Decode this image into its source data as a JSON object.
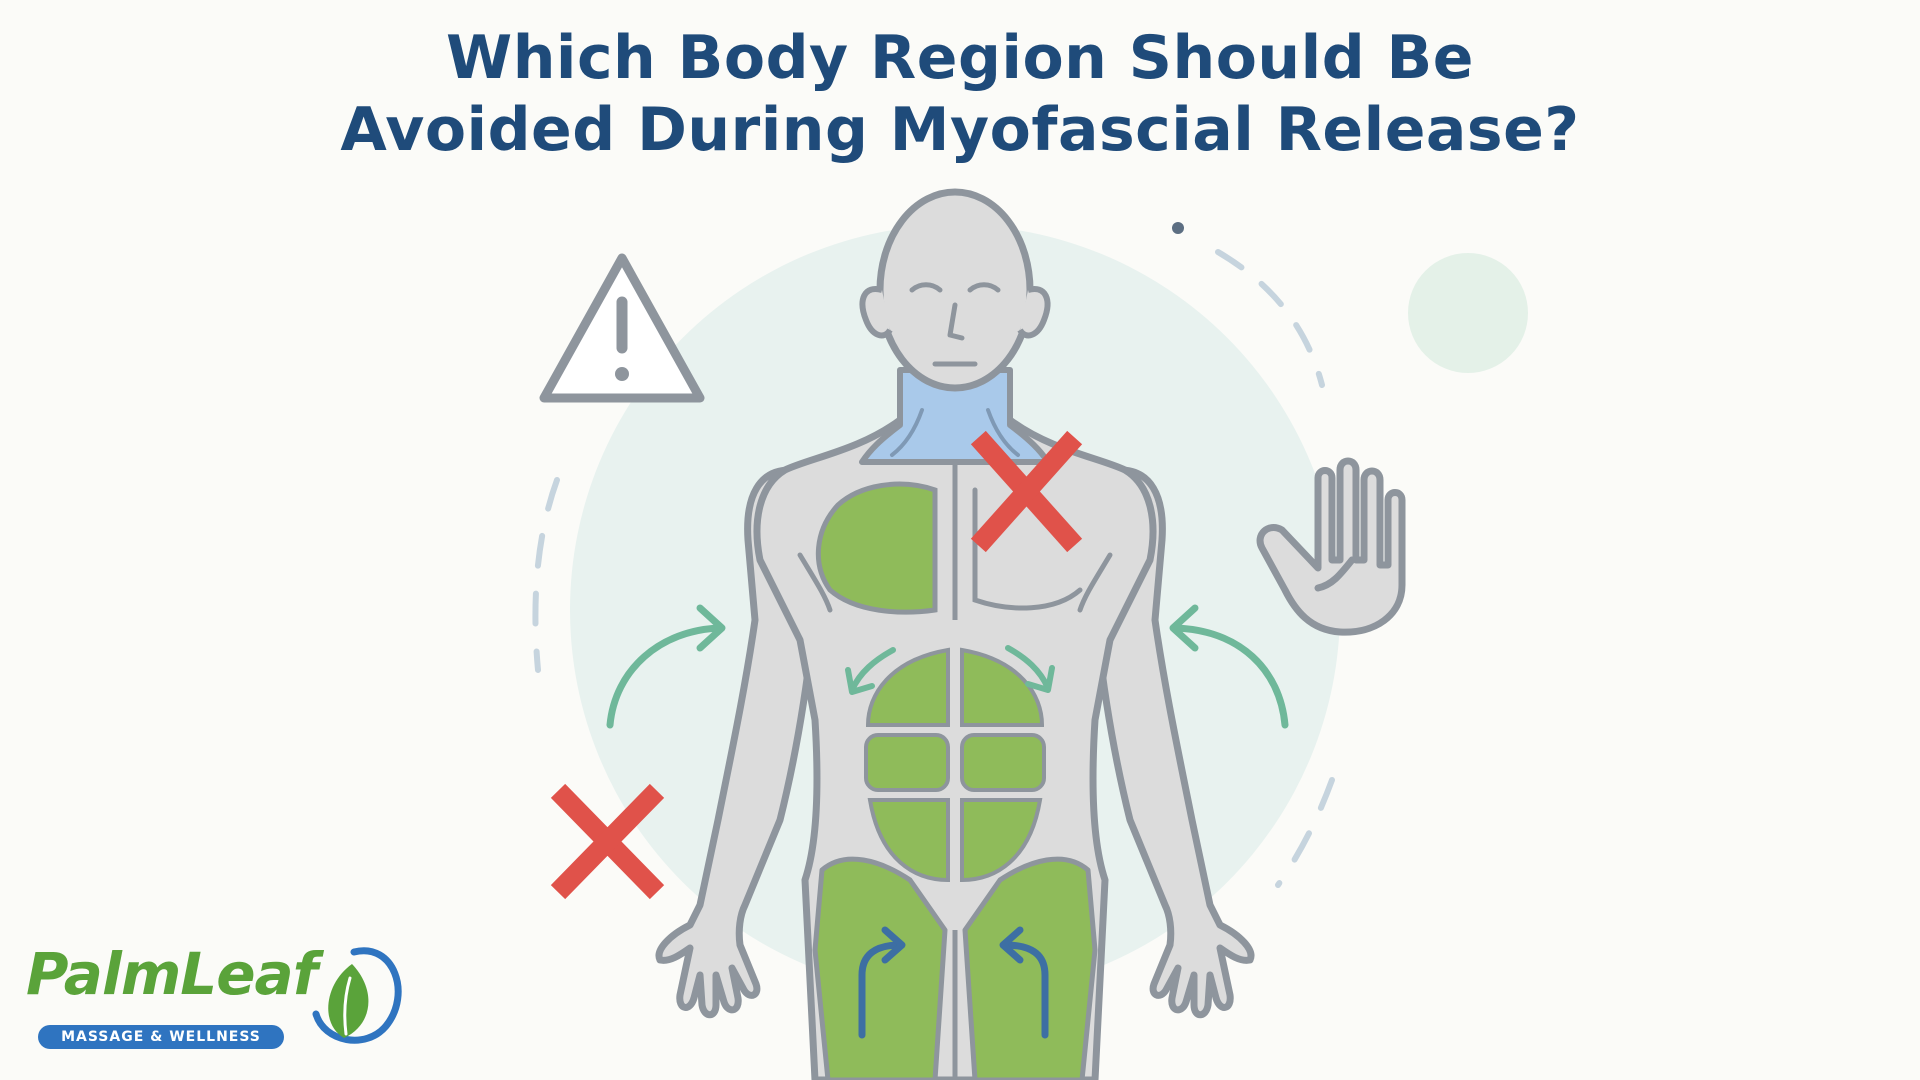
{
  "title": {
    "line1": "Which Body Region Should Be",
    "line2": "Avoided During Myofascial Release?"
  },
  "icons": [
    "warning-triangle-icon",
    "stop-hand-icon",
    "red-x-icon",
    "curved-arrow-icon"
  ],
  "colors": {
    "title": "#1f4b7a",
    "body_fill": "#dcdcdc",
    "body_outline": "#8e959d",
    "muscle_green": "#8fbb5a",
    "neck_blue": "#a9c9ea",
    "warning_red": "#e0524a",
    "arrow_teal": "#6fb89a",
    "arrow_blue": "#3d6fa3",
    "halo": "#e8f2ef"
  },
  "logo": {
    "name": "PalmLeaf",
    "tagline": "MASSAGE & WELLNESS",
    "brand_green": "#5aa33a",
    "brand_blue": "#2f74c0"
  }
}
